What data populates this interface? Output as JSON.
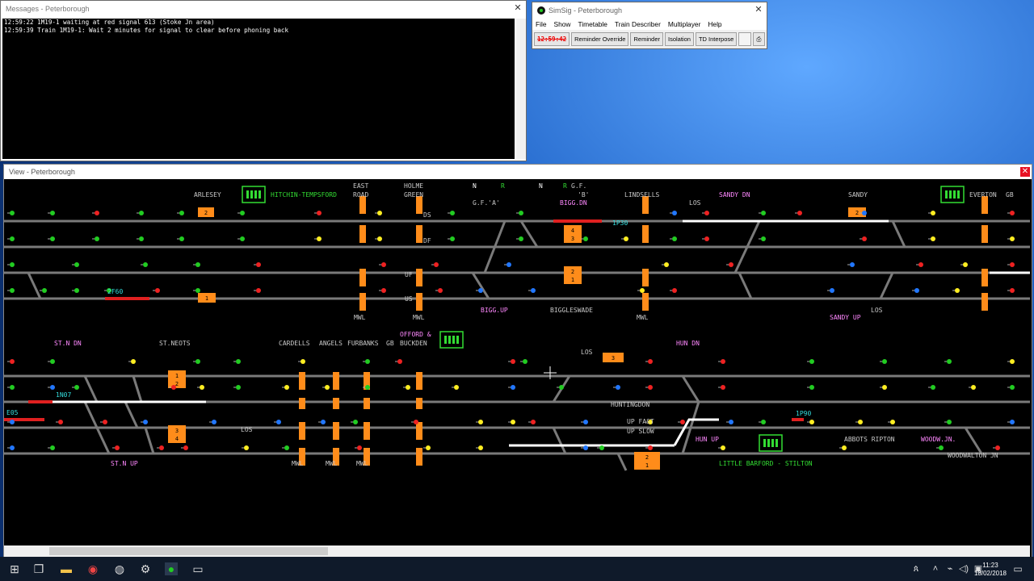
{
  "messages": {
    "title": "Messages - Peterborough",
    "lines": [
      "12:59:22 1M19-1 waiting at red signal 613 (Stoke Jn area)",
      "12:59:39 Train 1M19-1: Wait 2 minutes for signal to clear before phoning back"
    ]
  },
  "simsig": {
    "title": "SimSig - Peterborough",
    "menu": [
      "File",
      "Show",
      "Timetable",
      "Train Describer",
      "Multiplayer",
      "Help"
    ],
    "clock": "12:59:42",
    "buttons": [
      "Reminder Override",
      "Reminder",
      "Isolation",
      "TD Interpose"
    ]
  },
  "view": {
    "title": "View - Peterborough",
    "labels": [
      {
        "t": "ARLESEY",
        "c": "#c8c8c8"
      },
      {
        "t": "HITCHIN-TEMPSFORD",
        "c": "#33dd33"
      },
      {
        "t": "EAST",
        "c": "#c8c8c8"
      },
      {
        "t": "ROAD",
        "c": "#c8c8c8"
      },
      {
        "t": "HOLME",
        "c": "#c8c8c8"
      },
      {
        "t": "GREEN",
        "c": "#c8c8c8"
      },
      {
        "t": "N",
        "c": "#ffffff"
      },
      {
        "t": "R",
        "c": "#33dd33"
      },
      {
        "t": "G.F.'A'",
        "c": "#c8c8c8"
      },
      {
        "t": "N",
        "c": "#ffffff"
      },
      {
        "t": "R",
        "c": "#33dd33"
      },
      {
        "t": "G.F.",
        "c": "#c8c8c8"
      },
      {
        "t": "'B'",
        "c": "#c8c8c8"
      },
      {
        "t": "BIGG.DN",
        "c": "#ff88ff"
      },
      {
        "t": "LINDSELLS",
        "c": "#c8c8c8"
      },
      {
        "t": "LOS",
        "c": "#c8c8c8"
      },
      {
        "t": "SANDY DN",
        "c": "#ff88ff"
      },
      {
        "t": "SANDY",
        "c": "#c8c8c8"
      },
      {
        "t": "EVERTON",
        "c": "#c8c8c8"
      },
      {
        "t": "GB",
        "c": "#c8c8c8"
      },
      {
        "t": "DS",
        "c": "#c8c8c8"
      },
      {
        "t": "DF",
        "c": "#c8c8c8"
      },
      {
        "t": "UF",
        "c": "#c8c8c8"
      },
      {
        "t": "US",
        "c": "#c8c8c8"
      },
      {
        "t": "1P30",
        "c": "#33dddd"
      },
      {
        "t": "2F60",
        "c": "#33dddd"
      },
      {
        "t": "MWL",
        "c": "#c8c8c8"
      },
      {
        "t": "MWL",
        "c": "#c8c8c8"
      },
      {
        "t": "BIGG.UP",
        "c": "#ff88ff"
      },
      {
        "t": "BIGGLESWADE",
        "c": "#c8c8c8"
      },
      {
        "t": "MWL",
        "c": "#c8c8c8"
      },
      {
        "t": "LOS",
        "c": "#c8c8c8"
      },
      {
        "t": "SANDY UP",
        "c": "#ff88ff"
      },
      {
        "t": "ST.N DN",
        "c": "#ff88ff"
      },
      {
        "t": "ST.NEOTS",
        "c": "#c8c8c8"
      },
      {
        "t": "CARDELLS",
        "c": "#c8c8c8"
      },
      {
        "t": "ANGELS",
        "c": "#c8c8c8"
      },
      {
        "t": "FURBANKS",
        "c": "#c8c8c8"
      },
      {
        "t": "GB",
        "c": "#c8c8c8"
      },
      {
        "t": "OFFORD &",
        "c": "#ff88ff"
      },
      {
        "t": "BUCKDEN",
        "c": "#c8c8c8"
      },
      {
        "t": "HUN DN",
        "c": "#ff88ff"
      },
      {
        "t": "LOS",
        "c": "#c8c8c8"
      },
      {
        "t": "1N07",
        "c": "#33dddd"
      },
      {
        "t": "HUNTINGDON",
        "c": "#c8c8c8"
      },
      {
        "t": "E05",
        "c": "#33dddd"
      },
      {
        "t": "LOS",
        "c": "#c8c8c8"
      },
      {
        "t": "UP FAST",
        "c": "#c8c8c8"
      },
      {
        "t": "UP SLOW",
        "c": "#c8c8c8"
      },
      {
        "t": "1P90",
        "c": "#33dddd"
      },
      {
        "t": "HUN UP",
        "c": "#ff88ff"
      },
      {
        "t": "ABBOTS RIPTON",
        "c": "#c8c8c8"
      },
      {
        "t": "WOODW.JN.",
        "c": "#ff88ff"
      },
      {
        "t": "ST.N UP",
        "c": "#ff88ff"
      },
      {
        "t": "MWL",
        "c": "#c8c8c8"
      },
      {
        "t": "MWL",
        "c": "#c8c8c8"
      },
      {
        "t": "MWL",
        "c": "#c8c8c8"
      },
      {
        "t": "LITTLE BARFORD - STILTON",
        "c": "#33dd33"
      },
      {
        "t": "WOODWALTON JN",
        "c": "#c8c8c8"
      }
    ],
    "train_blocks": [
      {
        "top": "",
        "bottom": "2"
      },
      {
        "top": "4",
        "bottom": "3"
      },
      {
        "top": "2",
        "bottom": "1"
      },
      {
        "top": "",
        "bottom": "1"
      },
      {
        "top": "",
        "bottom": "2"
      },
      {
        "top": "1",
        "bottom": "2"
      },
      {
        "top": "",
        "bottom": "3"
      },
      {
        "top": "3",
        "bottom": "4"
      },
      {
        "top": "2",
        "bottom": "1"
      }
    ]
  },
  "taskbar": {
    "time": "11:23",
    "date": "18/02/2018"
  },
  "colors": {
    "track": "#7a7a7a",
    "occupied": "#e02020",
    "route": "#ffffff",
    "berth": "#ff8c1a",
    "sig_green": "#22cc22",
    "sig_red": "#ee2222",
    "sig_yellow": "#ffee22",
    "sig_blue": "#2277ff"
  }
}
